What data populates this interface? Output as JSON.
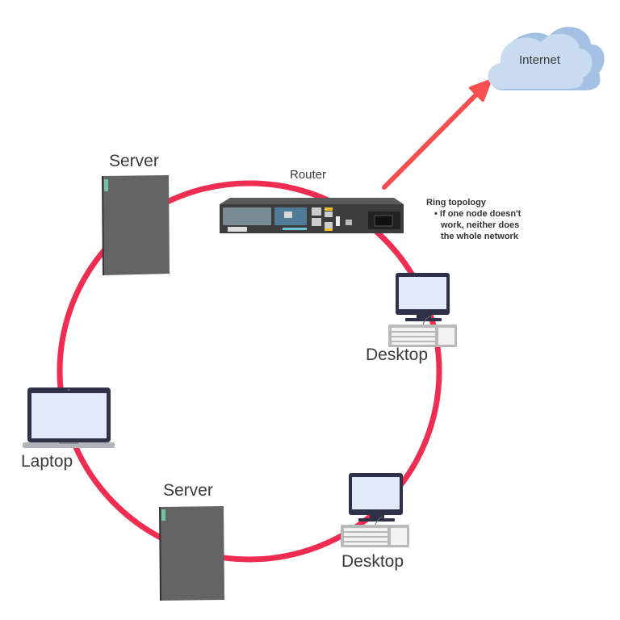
{
  "diagram": {
    "type": "ring-topology",
    "colors": {
      "ring": "#ef2c52",
      "arrow": "#f5504f",
      "cloud_front": "#c8dbf1",
      "cloud_back": "#a4c1e4",
      "server_body": "#646464",
      "server_led": "#6fc5a0",
      "monitor_frame": "#2e3148",
      "screen": "#e1ebf7",
      "keyboard": "#b9b9b9"
    },
    "cloud": {
      "label": "Internet",
      "icon": "cloud-icon"
    },
    "nodes": [
      {
        "id": "router",
        "label": "Router",
        "icon": "router-icon"
      },
      {
        "id": "server-top",
        "label": "Server",
        "icon": "server-icon"
      },
      {
        "id": "desktop-right",
        "label": "Desktop",
        "icon": "desktop-icon"
      },
      {
        "id": "laptop",
        "label": "Laptop",
        "icon": "laptop-icon"
      },
      {
        "id": "server-bottom",
        "label": "Server",
        "icon": "server-icon"
      },
      {
        "id": "desktop-bottom",
        "label": "Desktop",
        "icon": "desktop-icon"
      }
    ],
    "note": {
      "title": "Ring topology",
      "bullets": [
        "If one node doesn't work, neither does the whole network"
      ]
    }
  }
}
